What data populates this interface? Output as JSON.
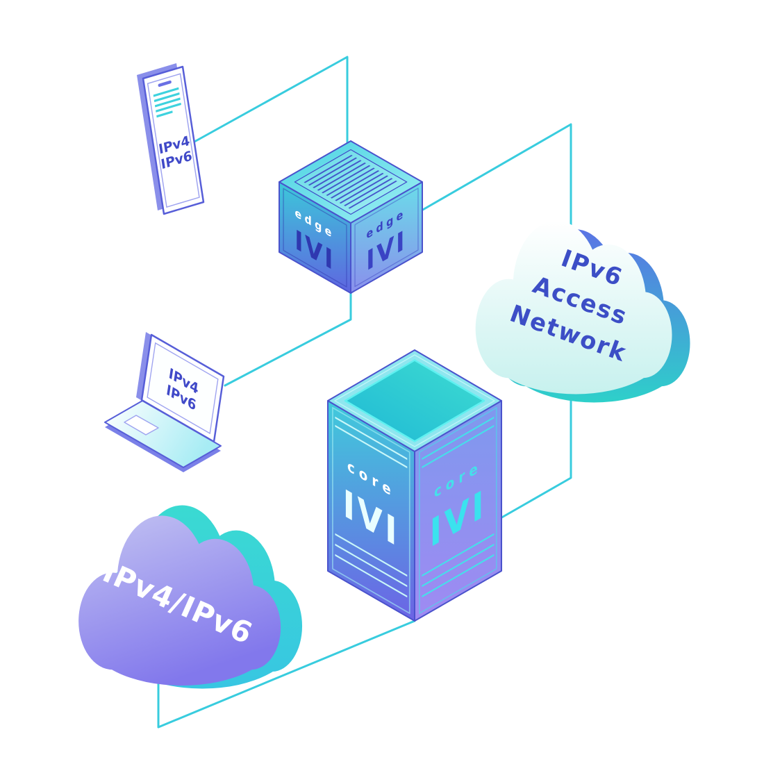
{
  "labels": {
    "phone": {
      "line1": "IPv4",
      "line2": "IPv6"
    },
    "laptop": {
      "line1": "IPv4",
      "line2": "IPv6"
    },
    "edge_router": {
      "name": "edge",
      "logo": "IVI"
    },
    "core_router": {
      "name": "core",
      "logo": "IVI"
    },
    "access_cloud": {
      "line1": "IPv6",
      "line2": "Access",
      "line3": "Network"
    },
    "dual_stack_cloud": {
      "label": "IPv4/IPv6"
    }
  },
  "colors": {
    "connection_line": "#38CCDE",
    "outline_indigo": "#4A52CC",
    "device_stroke": "#575ED8",
    "text_indigo": "#3C4EC6",
    "accent_cyan": "#3ED2DE",
    "edge_face_teal": "#3CC8DA",
    "core_face_purple": "#6C63E5",
    "cloud_light": "#C7F1EE",
    "cloud_purple": "#8278EC",
    "cloud_teal": "#35D0CA"
  }
}
